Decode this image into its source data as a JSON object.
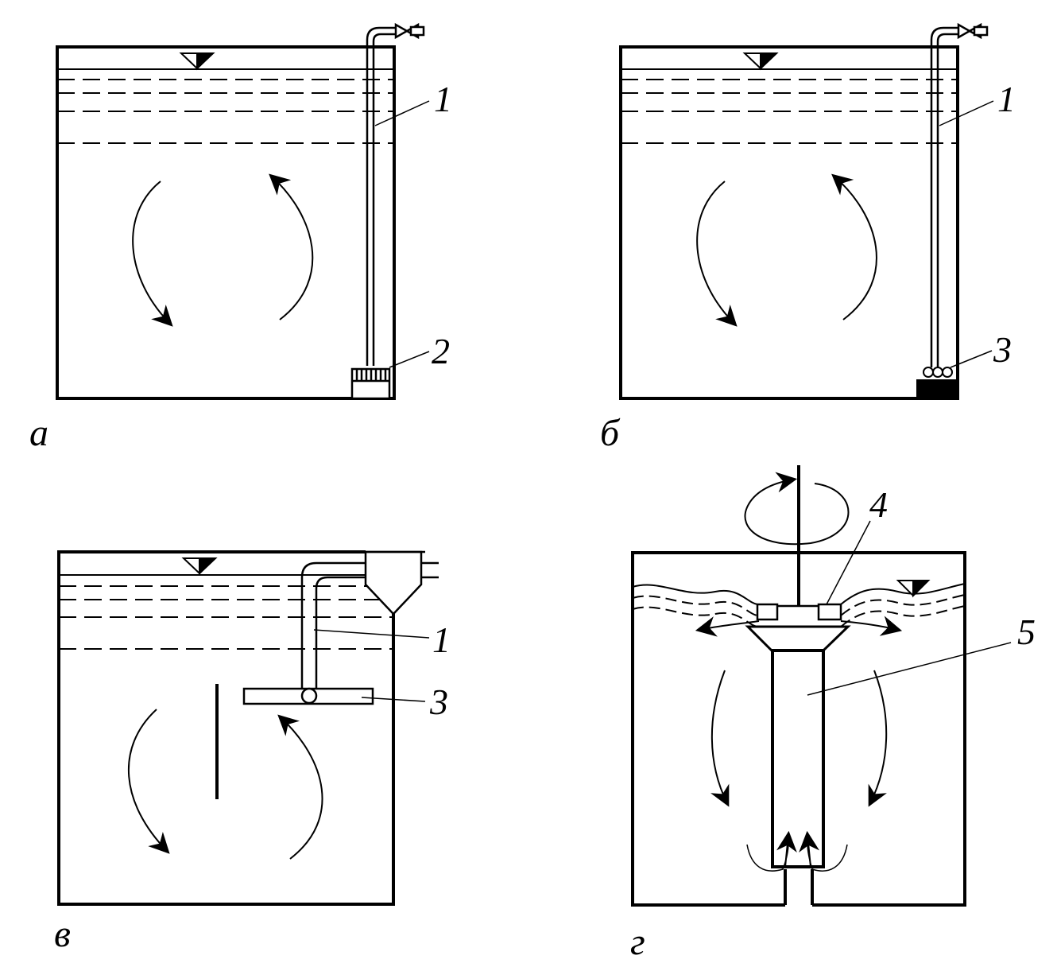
{
  "colors": {
    "stroke": "#000000",
    "background": "#ffffff"
  },
  "panels": [
    {
      "id": "a",
      "letter": "а",
      "callouts": [
        {
          "number": "1",
          "part": "pipe"
        },
        {
          "number": "2",
          "part": "perforated-box"
        }
      ]
    },
    {
      "id": "b",
      "letter": "б",
      "callouts": [
        {
          "number": "1",
          "part": "pipe"
        },
        {
          "number": "3",
          "part": "nozzles"
        }
      ]
    },
    {
      "id": "c",
      "letter": "в",
      "callouts": [
        {
          "number": "1",
          "part": "pipe"
        },
        {
          "number": "3",
          "part": "horizontal-distributor"
        }
      ]
    },
    {
      "id": "d",
      "letter": "г",
      "callouts": [
        {
          "number": "4",
          "part": "impeller"
        },
        {
          "number": "5",
          "part": "draft-tube"
        }
      ]
    }
  ],
  "icons": [
    "water-level-triangle-icon",
    "valve-icon",
    "circulation-arrow-icon",
    "rotation-arrow-icon"
  ]
}
